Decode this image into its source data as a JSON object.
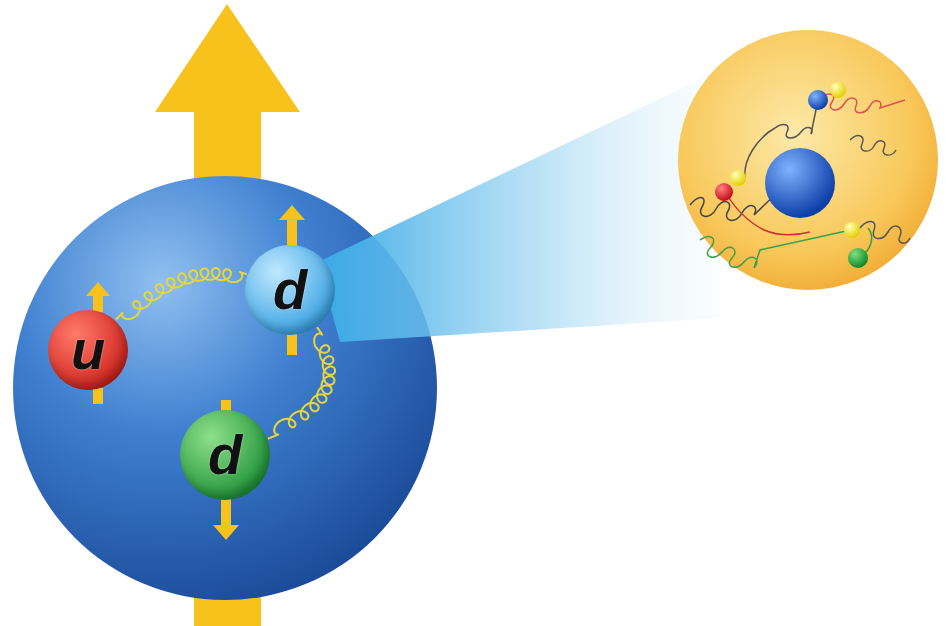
{
  "diagram": {
    "nodes": [
      {
        "text": [
          "u"
        ]
      },
      {
        "text": [
          "d"
        ]
      },
      {
        "text": [
          "d"
        ]
      }
    ],
    "edges": [
      {
        "from": 0,
        "to": 1,
        "arrow": "none"
      },
      {
        "from": 1,
        "to": 2,
        "arrow": "none"
      }
    ]
  }
}
